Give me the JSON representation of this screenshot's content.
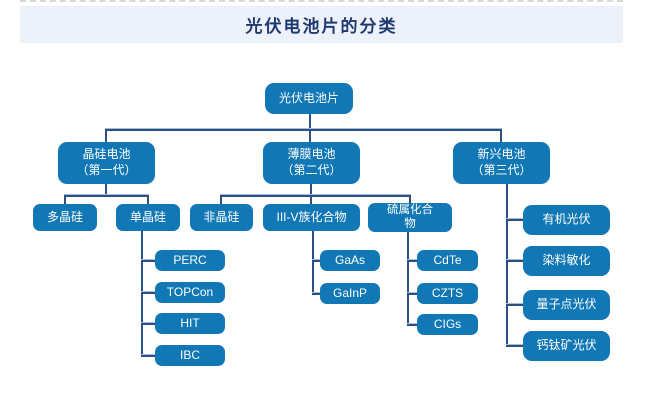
{
  "title": "光伏电池片的分类",
  "colors": {
    "node_bg": "#1177b5",
    "node_text": "#ffffff",
    "line": "#2b5084",
    "banner_bg": "#edf1f9",
    "title_color": "#1e3a6e",
    "dash_line": "#d8d8d8"
  },
  "nodes": {
    "root": "光伏电池片",
    "gen1": "晶硅电池\n（第一代）",
    "gen2": "薄膜电池\n（第二代）",
    "gen3": "新兴电池\n（第三代）",
    "poly_si": "多晶硅",
    "mono_si": "单晶硅",
    "amorphous_si": "非晶硅",
    "iii_v_compound": "III-V族化合物",
    "chalcogenide": "硫属化合物",
    "perc": "PERC",
    "topcon": "TOPCon",
    "hit": "HIT",
    "ibc": "IBC",
    "gaas": "GaAs",
    "gainp": "GaInP",
    "cdte": "CdTe",
    "czts": "CZTS",
    "cigs": "CIGs",
    "organic_pv": "有机光伏",
    "dye_sensitized": "染料敏化",
    "quantum_dot_pv": "量子点光伏",
    "perovskite_pv": "钙钛矿光伏"
  }
}
